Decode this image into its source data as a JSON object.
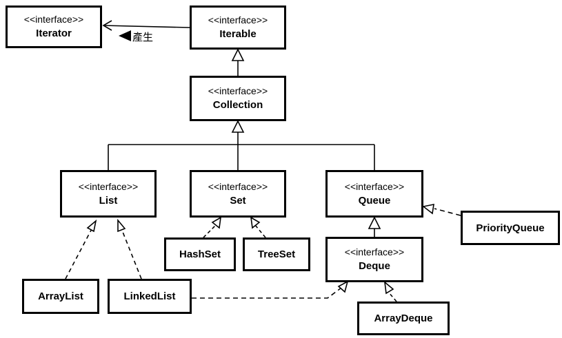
{
  "nodes": {
    "iterator": {
      "stereotype": "<<interface>>",
      "name": "Iterator"
    },
    "iterable": {
      "stereotype": "<<interface>>",
      "name": "Iterable"
    },
    "collection": {
      "stereotype": "<<interface>>",
      "name": "Collection"
    },
    "list": {
      "stereotype": "<<interface>>",
      "name": "List"
    },
    "set": {
      "stereotype": "<<interface>>",
      "name": "Set"
    },
    "queue": {
      "stereotype": "<<interface>>",
      "name": "Queue"
    },
    "deque": {
      "stereotype": "<<interface>>",
      "name": "Deque"
    },
    "hashset": {
      "name": "HashSet"
    },
    "treeset": {
      "name": "TreeSet"
    },
    "arraylist": {
      "name": "ArrayList"
    },
    "linkedlist": {
      "name": "LinkedList"
    },
    "arraydeque": {
      "name": "ArrayDeque"
    },
    "priorityqueue": {
      "name": "PriorityQueue"
    }
  },
  "edges": {
    "produces_label": "產生"
  }
}
